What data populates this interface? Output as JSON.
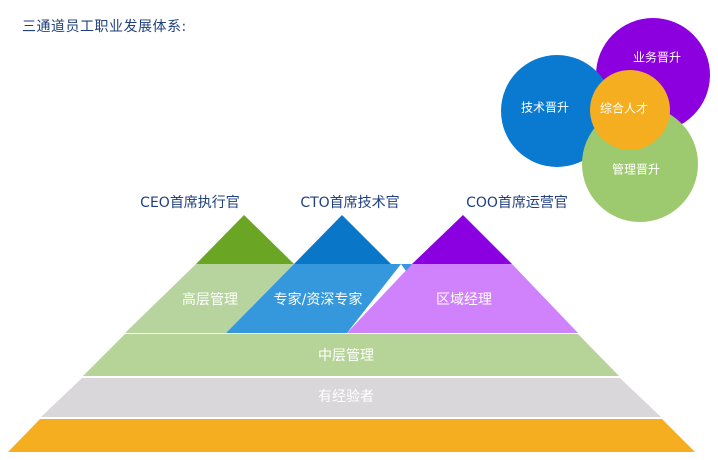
{
  "title": "三通道员工职业发展体系:",
  "pyramid": {
    "peaks": [
      {
        "label": "CEO首席执行官",
        "color": "#6aa623"
      },
      {
        "label": "CTO首席技术官",
        "color": "#0a76c8"
      },
      {
        "label": "COO首席运营官",
        "color": "#8a00e0"
      }
    ],
    "upper_band": [
      {
        "label": "高层管理",
        "color": "#b7d49f"
      },
      {
        "label": "专家/资深专家",
        "color": "#3598dc"
      },
      {
        "label": "区域经理",
        "color": "#cf82fb"
      }
    ],
    "middle_band": {
      "label": "中层管理",
      "color": "#b6d497"
    },
    "experienced_band": {
      "label": "有经验者",
      "color": "#d9d7d9"
    },
    "base_band": {
      "color": "#f4ae1f"
    }
  },
  "circles": {
    "business": {
      "label": "业务晋升",
      "color": "#8c00e0"
    },
    "technical": {
      "label": "技术晋升",
      "color": "#0a7ad0"
    },
    "management": {
      "label": "管理晋升",
      "color": "#9dca6e"
    },
    "center": {
      "label": "综合人才",
      "color": "#f4ae1f"
    }
  }
}
